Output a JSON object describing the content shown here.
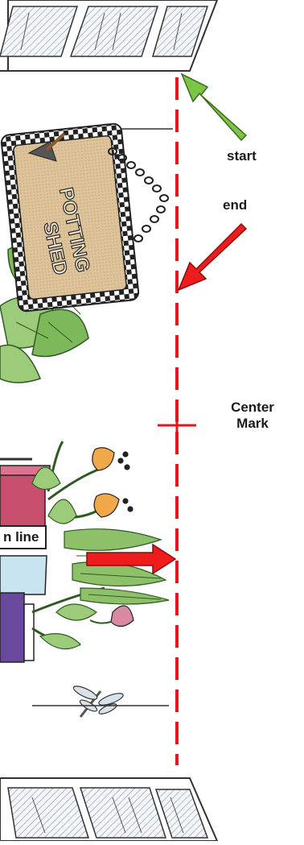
{
  "labels": {
    "start": "start",
    "end": "end",
    "center_line1": "Center",
    "center_line2": "Mark",
    "line_tag": "n line"
  },
  "sign": {
    "word1": "POTTING",
    "word2": "SHED"
  },
  "colors": {
    "center_line": "#e8141b",
    "start_arrow": "#7cc443",
    "end_arrow": "#ee1c1c",
    "sign_fill": "#dcc39a",
    "leaf": "#9ccb7a",
    "pot_pink": "#c8506e",
    "pot_purple": "#6a4a9c",
    "flower": "#f0a84a"
  }
}
